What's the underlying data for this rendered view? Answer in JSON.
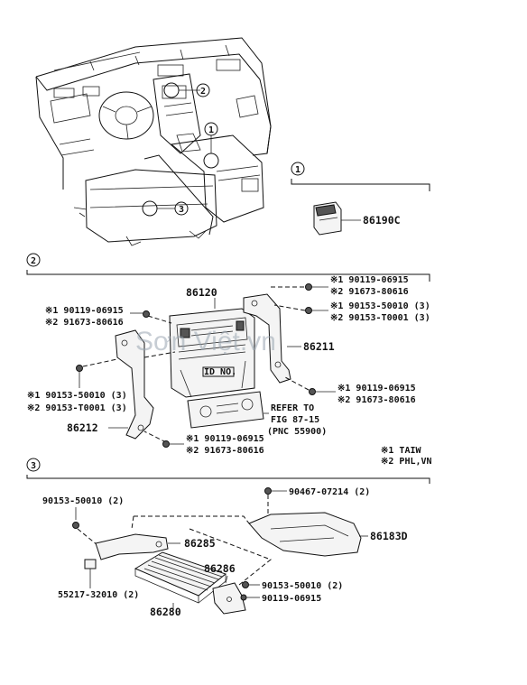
{
  "watermark": "Sơn Việt.vn",
  "sections": {
    "s1": {
      "marker": "1",
      "part": "86190C"
    },
    "s2": {
      "marker": "2",
      "parts": {
        "unit": "86120",
        "bracket_right": "86211",
        "bracket_left": "86212",
        "id_label": "ID NO.",
        "refer_1": "REFER TO",
        "refer_2": "FIG 87-15",
        "refer_3": "(PNC 55900)",
        "tr1_a": "※1 90119-06915",
        "tr1_b": "※2 91673-80616",
        "tr2_a": "※1 90153-50010 (3)",
        "tr2_b": "※2 90153-T0001 (3)",
        "tl1_a": "※1 90119-06915",
        "tl1_b": "※2 91673-80616",
        "ml_a": "※1 90153-50010 (3)",
        "ml_b": "※2 90153-T0001 (3)",
        "mr_a": "※1 90119-06915",
        "mr_b": "※2 91673-80616",
        "bot_a": "※1 90119-06915",
        "bot_b": "※2 91673-80616",
        "note_1": "※1 TAIW",
        "note_2": "※2 PHL,VN"
      }
    },
    "s3": {
      "marker": "3",
      "parts": {
        "screw_top": "90467-07214 (2)",
        "bolt_left": "90153-50010 (2)",
        "cover": "86183D",
        "bracket_a": "86285",
        "bracket_b": "86286",
        "clip": "55217-32010 (2)",
        "bolt_right": "90153-50010 (2)",
        "bolt_right2": "90119-06915",
        "amp": "86280"
      }
    }
  },
  "overview_markers": [
    "2",
    "1",
    "3"
  ]
}
